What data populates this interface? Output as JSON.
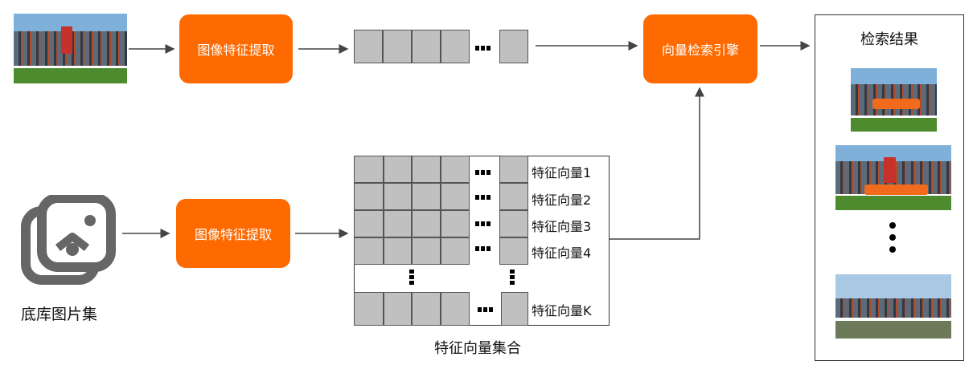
{
  "pipeline": {
    "extract_label_top": "图像特征提取",
    "extract_label_bottom": "图像特征提取",
    "engine_label": "向量检索引擎",
    "results_title": "检索结果",
    "gallery_label": "底库图片集",
    "vector_set_label": "特征向量集合",
    "vector_labels": [
      "特征向量1",
      "特征向量2",
      "特征向量3",
      "特征向量4",
      "特征向量K"
    ]
  },
  "colors": {
    "accent": "#ff6a00",
    "cell_fill": "#c0c0c0",
    "arrow": "#444444"
  },
  "icons": [
    "image-stack-icon",
    "query-image",
    "result-image"
  ]
}
